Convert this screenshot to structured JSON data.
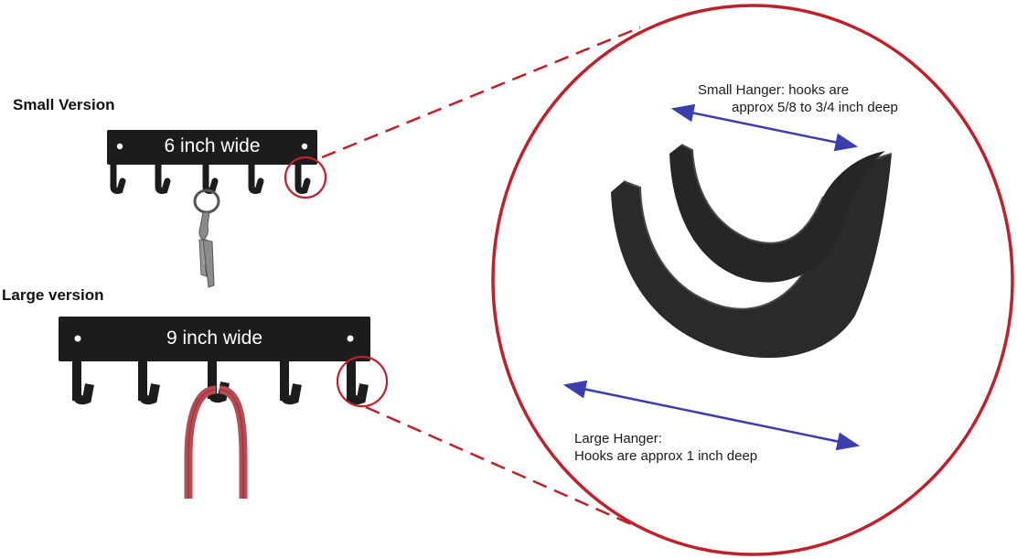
{
  "small_product": {
    "heading": "Small Version",
    "plate_text": "6 inch wide"
  },
  "large_product": {
    "heading": "Large version",
    "plate_text": "9 inch wide"
  },
  "small_hanger_note": {
    "line1": "Small Hanger: hooks are",
    "line2": "approx 5/8 to 3/4 inch deep"
  },
  "large_hanger_note": {
    "line1": "Large Hanger:",
    "line2": "Hooks are approx 1 inch deep"
  },
  "colors": {
    "callout_red": "#c0202a",
    "arrow_blue": "#3b3fae",
    "hook_black": "#1c1c1c",
    "cord_red": "#b84a52"
  }
}
